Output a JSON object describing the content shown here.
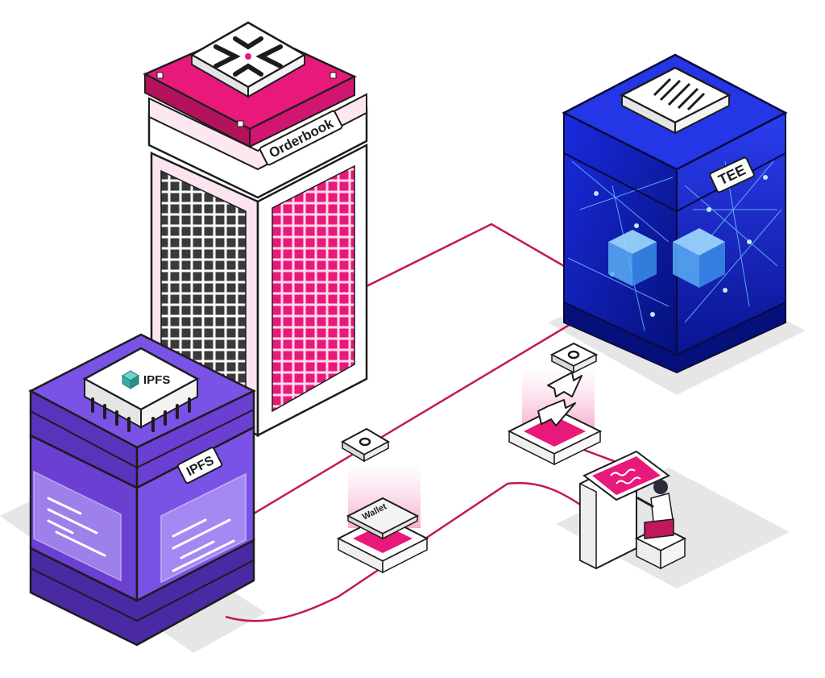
{
  "labels": {
    "orderbook": "Orderbook",
    "tee": "TEE",
    "ipfs_chip": "IPFS",
    "ipfs_tag": "IPFS",
    "wallet": "Wallet"
  },
  "colors": {
    "magenta": "#e8197a",
    "pink_light": "#f9d3e6",
    "purple": "#6a3fd1",
    "purple_dark": "#4a2aa3",
    "blue": "#1e2fd6",
    "blue_dark": "#0b1590",
    "cyan_glow": "#3fb4ff",
    "connector": "#c2185b",
    "shadow": "#e6e6e6",
    "panel_white": "#ffffff",
    "ink": "#1c1c1c"
  },
  "icons": {
    "orderbook_chip": "x-cross-logo-icon",
    "tee_chip": "striped-fingerprint-icon",
    "ipfs_chip": "cube-icon",
    "small_token": "coin-icon",
    "swap": "swap-arrows-icon",
    "terminal": "wave-screen-icon",
    "user": "person-icon"
  }
}
